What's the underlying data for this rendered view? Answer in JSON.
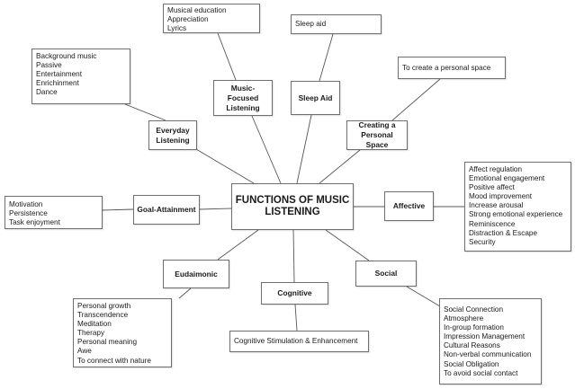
{
  "diagram": {
    "type": "mind-map",
    "center": {
      "id": "center",
      "label": "FUNCTIONS OF MUSIC LISTENING"
    },
    "categories": [
      {
        "id": "everyday",
        "label": "Everyday Listening",
        "items": [
          "Background music",
          "Passive",
          "Entertainment",
          "Enrichinment",
          "Dance"
        ]
      },
      {
        "id": "music-focused",
        "label": "Music-Focused Listening",
        "items": [
          "Musical education",
          "Appreciation",
          "Lyrics"
        ]
      },
      {
        "id": "sleep-aid",
        "label": "Sleep Aid",
        "items": [
          "Sleep aid"
        ]
      },
      {
        "id": "personal-space",
        "label": "Creating a Personal Space",
        "items": [
          "To create a personal space"
        ]
      },
      {
        "id": "affective",
        "label": "Affective",
        "items": [
          "Affect regulation",
          "Emotional engagement",
          "Positive affect",
          "Mood improvement",
          "Increase arousal",
          "Strong emotional experience",
          "Reminiscence",
          "Distraction & Escape",
          "Security"
        ]
      },
      {
        "id": "social",
        "label": "Social",
        "items": [
          "Social Connection",
          "Atmosphere",
          "In-group formation",
          "Impression Management",
          "Cultural Reasons",
          "Non-verbal communication",
          "Social Obligation",
          "To avoid social contact"
        ]
      },
      {
        "id": "cognitive",
        "label": "Cognitive",
        "items": [
          "Cognitive Stimulation & Enhancement"
        ]
      },
      {
        "id": "eudaimonic",
        "label": "Eudaimonic",
        "items": [
          "Personal growth",
          "Transcendence",
          "Meditation",
          "Therapy",
          "Personal meaning",
          "Awe",
          "To connect with nature"
        ]
      },
      {
        "id": "goal-attainment",
        "label": "Goal-Attainment",
        "items": [
          "Motivation",
          "Persistence",
          "Task enjoyment"
        ]
      }
    ],
    "colors": {
      "line": "#555555",
      "border": "#6f6f6f",
      "text": "#1a1a1a",
      "background": "#ffffff"
    }
  }
}
